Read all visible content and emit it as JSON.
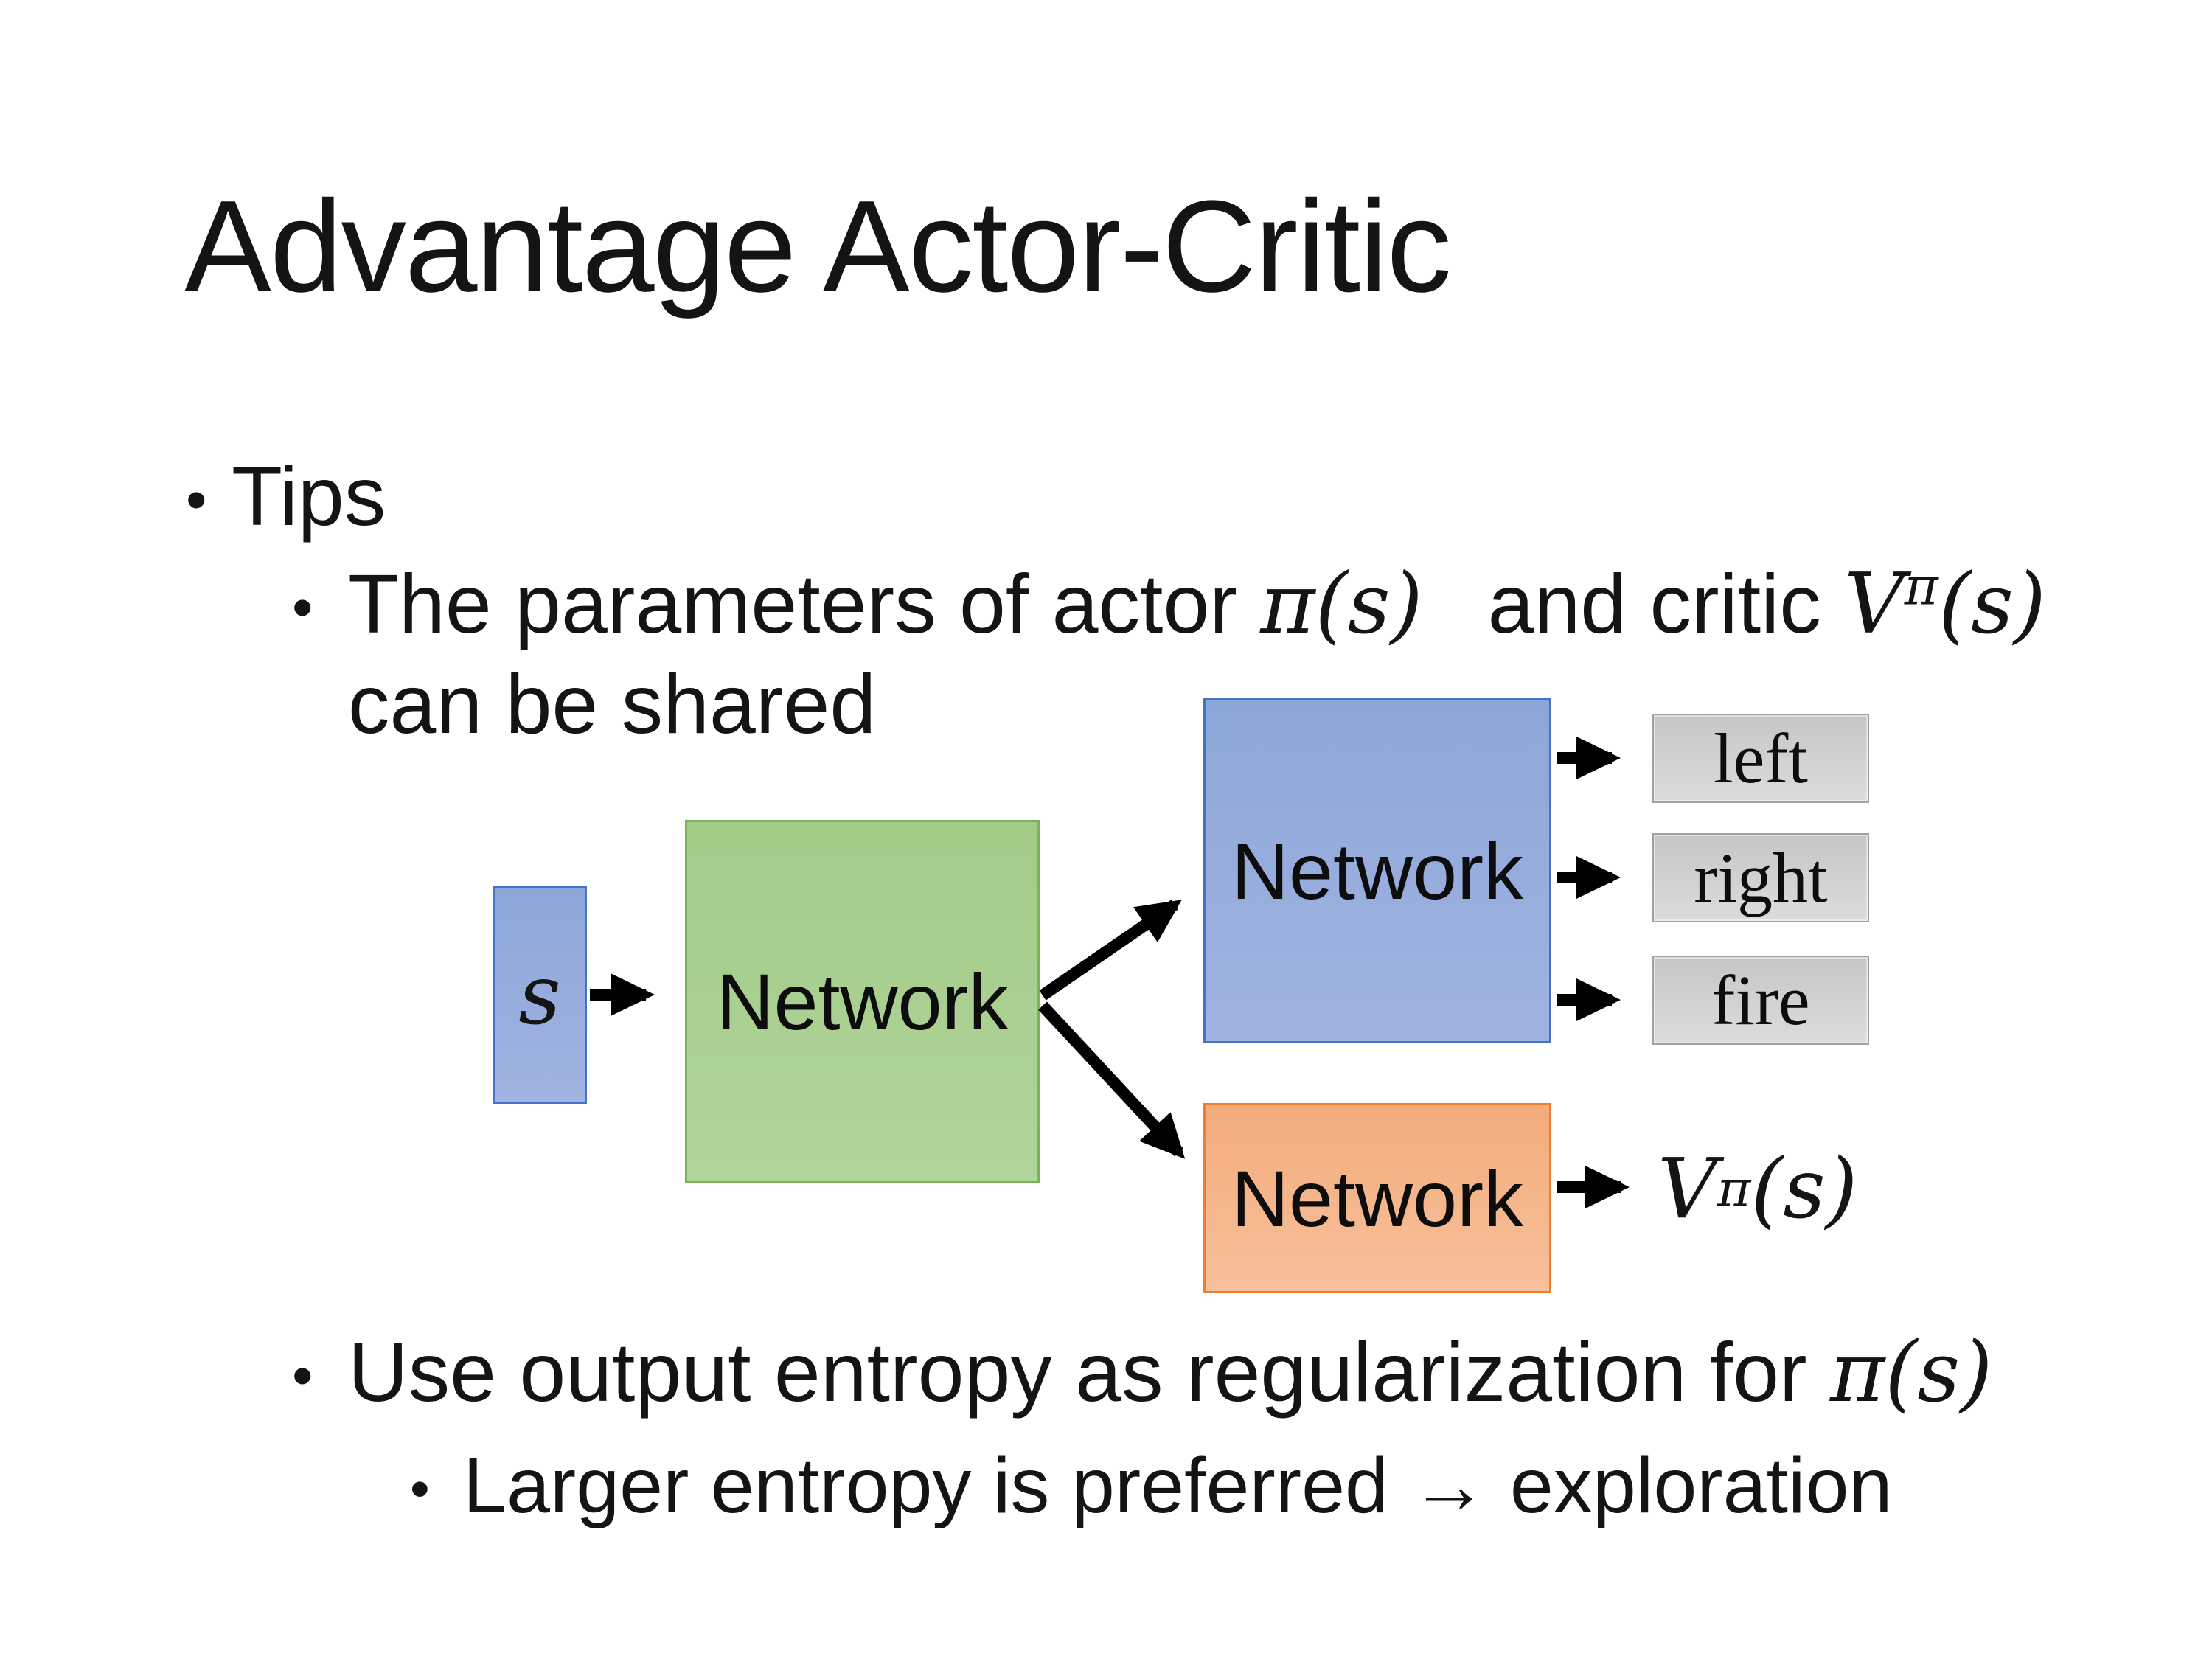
{
  "slide": {
    "title": "Advantage Actor-Critic",
    "bullet_marker": "•",
    "bullets": {
      "tips": "Tips",
      "param_line": {
        "pre": "The parameters of actor ",
        "actor_math": "π(s)",
        "mid": "  and critic ",
        "critic_base": "V",
        "critic_sup": "π",
        "critic_args": "(s)",
        "line2": "can be shared"
      },
      "entropy_line": {
        "pre": "Use output entropy as regularization for ",
        "math": "π(s)"
      },
      "exploration_line": "Larger entropy is preferred → exploration"
    },
    "diagram": {
      "input_label": "s",
      "shared_network_label": "Network",
      "actor_network_label": "Network",
      "critic_network_label": "Network",
      "actions": [
        "left",
        "right",
        "fire"
      ],
      "value_output": {
        "base": "V",
        "sup": "π",
        "args": "(s)"
      }
    },
    "colors": {
      "background": "#ffffff",
      "text": "#141414",
      "arrow": "#000000",
      "blue-fill-top": "#8da6d9",
      "blue-fill-bottom": "#a0b3e0",
      "blue-border": "#4472c4",
      "green-fill-top": "#a3cb88",
      "green-fill-bottom": "#b1d49a",
      "green-border": "#79b35a",
      "orange-fill-top": "#f3ab7b",
      "orange-fill-bottom": "#f7c09b",
      "orange-border": "#ed7d31",
      "gray-fill-top": "#c6c6c6",
      "gray-fill-bottom": "#dcdcdc",
      "gray-border": "#a1a1a1"
    }
  }
}
